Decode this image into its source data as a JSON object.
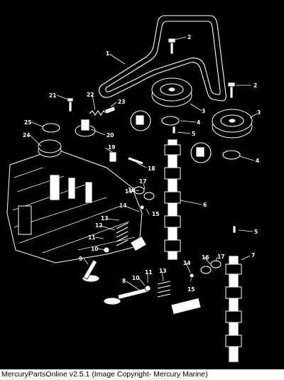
{
  "diagram": {
    "callouts": [
      {
        "id": "c1",
        "text": "1"
      },
      {
        "id": "c2a",
        "text": "2"
      },
      {
        "id": "c2b",
        "text": "2"
      },
      {
        "id": "c3a",
        "text": "3"
      },
      {
        "id": "c3b",
        "text": "3"
      },
      {
        "id": "c4a",
        "text": "4"
      },
      {
        "id": "c4b",
        "text": "4"
      },
      {
        "id": "c5a",
        "text": "5"
      },
      {
        "id": "c5b",
        "text": "5"
      },
      {
        "id": "c6",
        "text": "6"
      },
      {
        "id": "c7",
        "text": "7"
      },
      {
        "id": "c8",
        "text": "8"
      },
      {
        "id": "c9",
        "text": "9"
      },
      {
        "id": "c10a",
        "text": "10"
      },
      {
        "id": "c10b",
        "text": "10"
      },
      {
        "id": "c11a",
        "text": "11"
      },
      {
        "id": "c11b",
        "text": "11"
      },
      {
        "id": "c12",
        "text": "12"
      },
      {
        "id": "c13a",
        "text": "13"
      },
      {
        "id": "c13b",
        "text": "13"
      },
      {
        "id": "c14a",
        "text": "14"
      },
      {
        "id": "c14b",
        "text": "14"
      },
      {
        "id": "c15a",
        "text": "15"
      },
      {
        "id": "c15b",
        "text": "15"
      },
      {
        "id": "c15c",
        "text": "15"
      },
      {
        "id": "c16a",
        "text": "16"
      },
      {
        "id": "c16b",
        "text": "16"
      },
      {
        "id": "c17a",
        "text": "17"
      },
      {
        "id": "c17b",
        "text": "17"
      },
      {
        "id": "c18",
        "text": "18"
      },
      {
        "id": "c19",
        "text": "19"
      },
      {
        "id": "c20",
        "text": "20"
      },
      {
        "id": "c21",
        "text": "21"
      },
      {
        "id": "c22",
        "text": "22"
      },
      {
        "id": "c23",
        "text": "23"
      },
      {
        "id": "c24",
        "text": "24"
      },
      {
        "id": "c25",
        "text": "25"
      }
    ]
  },
  "footer": {
    "caption": "MercuryPartsOnline v2.5.1 (Image Copyright- Mercury Marine)"
  },
  "colors": {
    "background": "#000000",
    "linework": "#ffffff",
    "caption_bg": "#ffffff",
    "caption_text": "#000000"
  }
}
